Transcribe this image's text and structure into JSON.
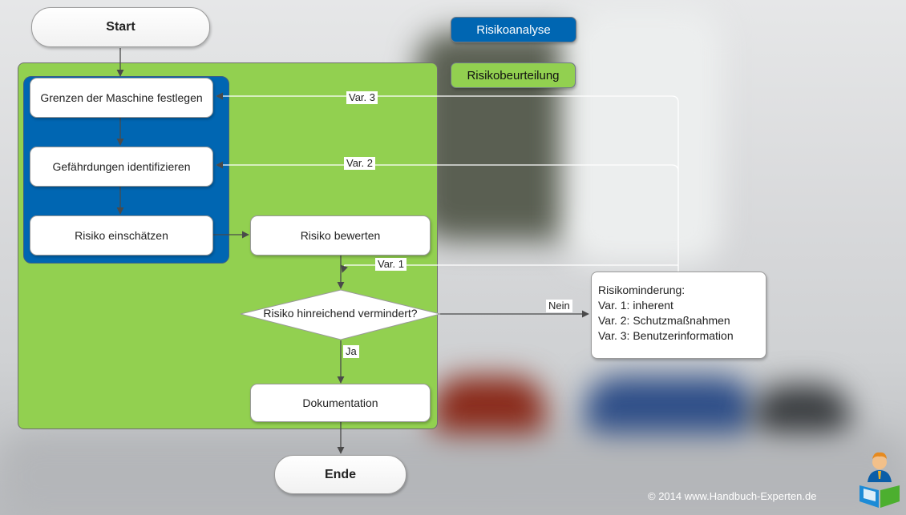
{
  "legend": {
    "analysis": "Risikoanalyse",
    "assessment": "Risikobeurteilung"
  },
  "nodes": {
    "start": "Start",
    "limits": "Grenzen der Maschine festlegen",
    "hazards": "Gefährdungen identifizieren",
    "estimate": "Risiko einschätzen",
    "evaluate": "Risiko bewerten",
    "decision": "Risiko hinreichend vermindert?",
    "documentation": "Dokumentation",
    "end": "Ende"
  },
  "edge_labels": {
    "var3": "Var. 3",
    "var2": "Var. 2",
    "var1": "Var. 1",
    "no": "Nein",
    "yes": "Ja"
  },
  "reduction": {
    "title": "Risikominderung:",
    "items": [
      "Var. 1: inherent",
      "Var. 2: Schutzmaßnahmen",
      "Var. 3: Benutzerinformation"
    ]
  },
  "colors": {
    "analysis": "#0066b2",
    "assessment": "#92d050"
  },
  "copyright": "© 2014 www.Handbuch-Experten.de",
  "logo_icon": "handbuch-experten-logo-icon"
}
